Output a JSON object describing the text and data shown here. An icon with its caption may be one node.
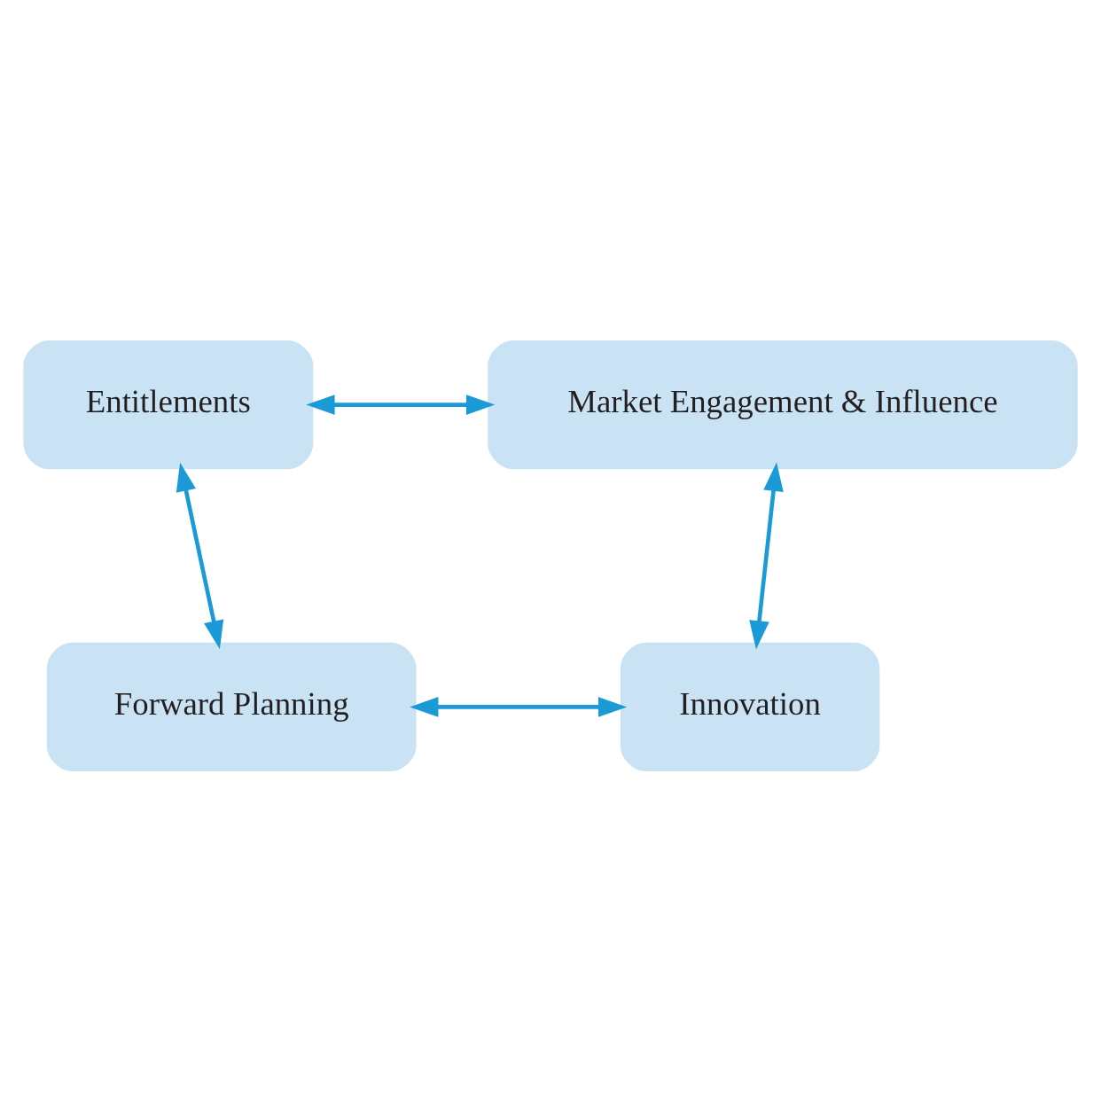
{
  "diagram": {
    "nodes": [
      {
        "text": [
          "Entitlements"
        ]
      },
      {
        "text": [
          "Market Engagement & Influence"
        ]
      },
      {
        "text": [
          "Forward Planning"
        ]
      },
      {
        "text": [
          "Innovation"
        ]
      }
    ],
    "edges": [
      {
        "from": 0,
        "to": 1,
        "arrow": "both"
      },
      {
        "from": 0,
        "to": 2,
        "arrow": "both"
      },
      {
        "from": 1,
        "to": 3,
        "arrow": "both"
      },
      {
        "from": 2,
        "to": 3,
        "arrow": "both"
      }
    ]
  }
}
